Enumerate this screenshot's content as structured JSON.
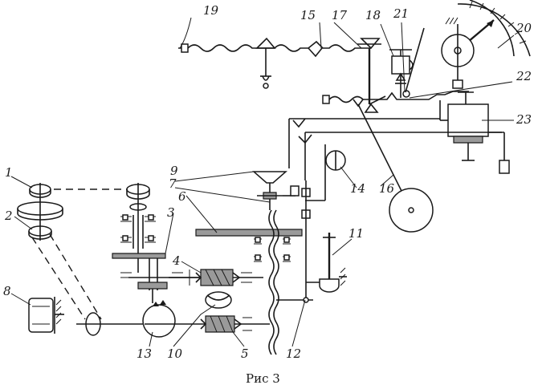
{
  "figure": {
    "caption": "Рис 3",
    "labels": {
      "l1": "1",
      "l2": "2",
      "l3": "3",
      "l4": "4",
      "l5": "5",
      "l6": "6",
      "l7": "7",
      "l8": "8",
      "l9": "9",
      "l10": "10",
      "l11": "11",
      "l12": "12",
      "l13": "13",
      "l14": "14",
      "l15": "15",
      "l16": "16",
      "l17": "17",
      "l18": "18",
      "l19": "19",
      "l20": "20",
      "l21": "21",
      "l22": "22",
      "l23": "23"
    }
  }
}
